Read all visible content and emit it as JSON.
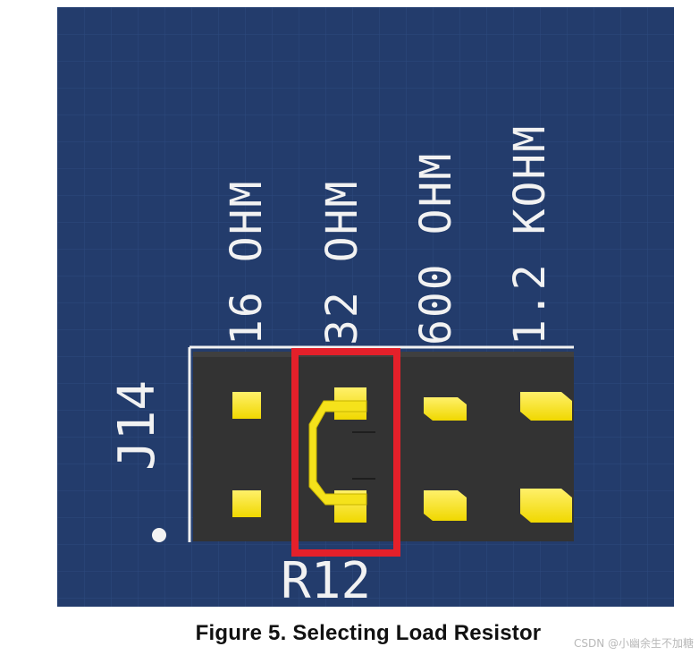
{
  "figure": {
    "caption": "Figure 5. Selecting Load Resistor",
    "watermark": "CSDN @小幽余生不加糖"
  },
  "board": {
    "connector_label": "J14",
    "resistor_label": "R12",
    "options": [
      {
        "label": "16 OHM"
      },
      {
        "label": "32 OHM"
      },
      {
        "label": "600 OHM"
      },
      {
        "label": "1.2 KOHM"
      }
    ],
    "selected_option": "32 OHM",
    "colors": {
      "pcb": "#233c6c",
      "silkscreen": "#f2f2f2",
      "header_body": "#333333",
      "pin": "#f5e21b",
      "jumper": "#f5e21b",
      "highlight": "#e4202a"
    }
  }
}
